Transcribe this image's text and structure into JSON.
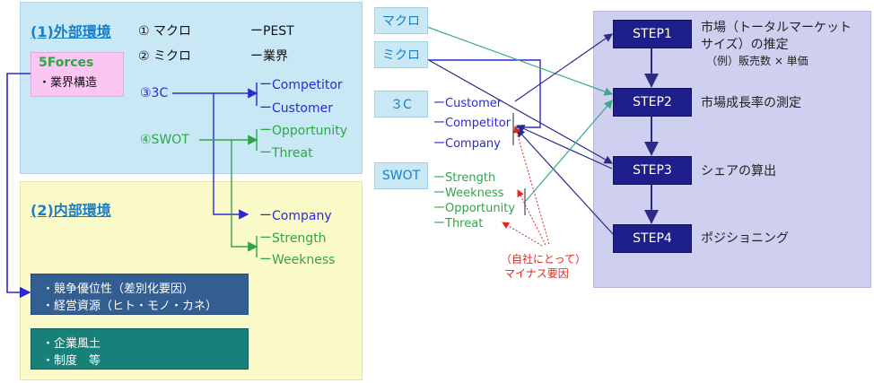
{
  "left": {
    "external": {
      "title": "(1)外部環境",
      "macro": "① マクロ",
      "macro_note": "ーPEST",
      "micro": "② ミクロ",
      "micro_note": "ー業界",
      "three_c": "③3C",
      "three_c_items": [
        "ーCompetitor",
        "ーCustomer"
      ],
      "swot": "④SWOT",
      "swot_items": [
        "ーOpportunity",
        "ーThreat"
      ],
      "forces_title": "5Forces",
      "forces_sub": "・業界構造"
    },
    "internal": {
      "title": "(2)内部環境",
      "items": [
        "ーCompany",
        "ーStrength",
        "ーWeekness"
      ],
      "navy_box": [
        "・競争優位性（差別化要因）",
        "・経営資源（ヒト・モノ・カネ）"
      ],
      "teal_box": [
        "・企業風土",
        "・制度　等"
      ]
    }
  },
  "middle": {
    "tags": [
      "マクロ",
      "ミクロ",
      "３C",
      "SWOT"
    ],
    "three_c_items": [
      "ーCustomer",
      "ーCompetitor",
      "ーCompany"
    ],
    "swot_items": [
      "ーStrength",
      "ーWeekness",
      "ーOpportunity",
      "ーThreat"
    ],
    "note_line1": "（自社にとって）",
    "note_line2": "マイナス要因"
  },
  "steps": [
    {
      "label": "STEP1",
      "desc1": "市場（トータルマーケット",
      "desc2": "サイズ）の推定",
      "desc3": "（例）販売数 × 単価"
    },
    {
      "label": "STEP2",
      "desc1": "市場成長率の測定"
    },
    {
      "label": "STEP3",
      "desc1": "シェアの算出"
    },
    {
      "label": "STEP4",
      "desc1": "ポジショニング"
    }
  ],
  "colors": {
    "blue": "#2a2ad0",
    "green": "#2fa54a",
    "teal_line": "#3aa88e",
    "navy_line": "#2c2c86",
    "red": "#e8251c"
  }
}
